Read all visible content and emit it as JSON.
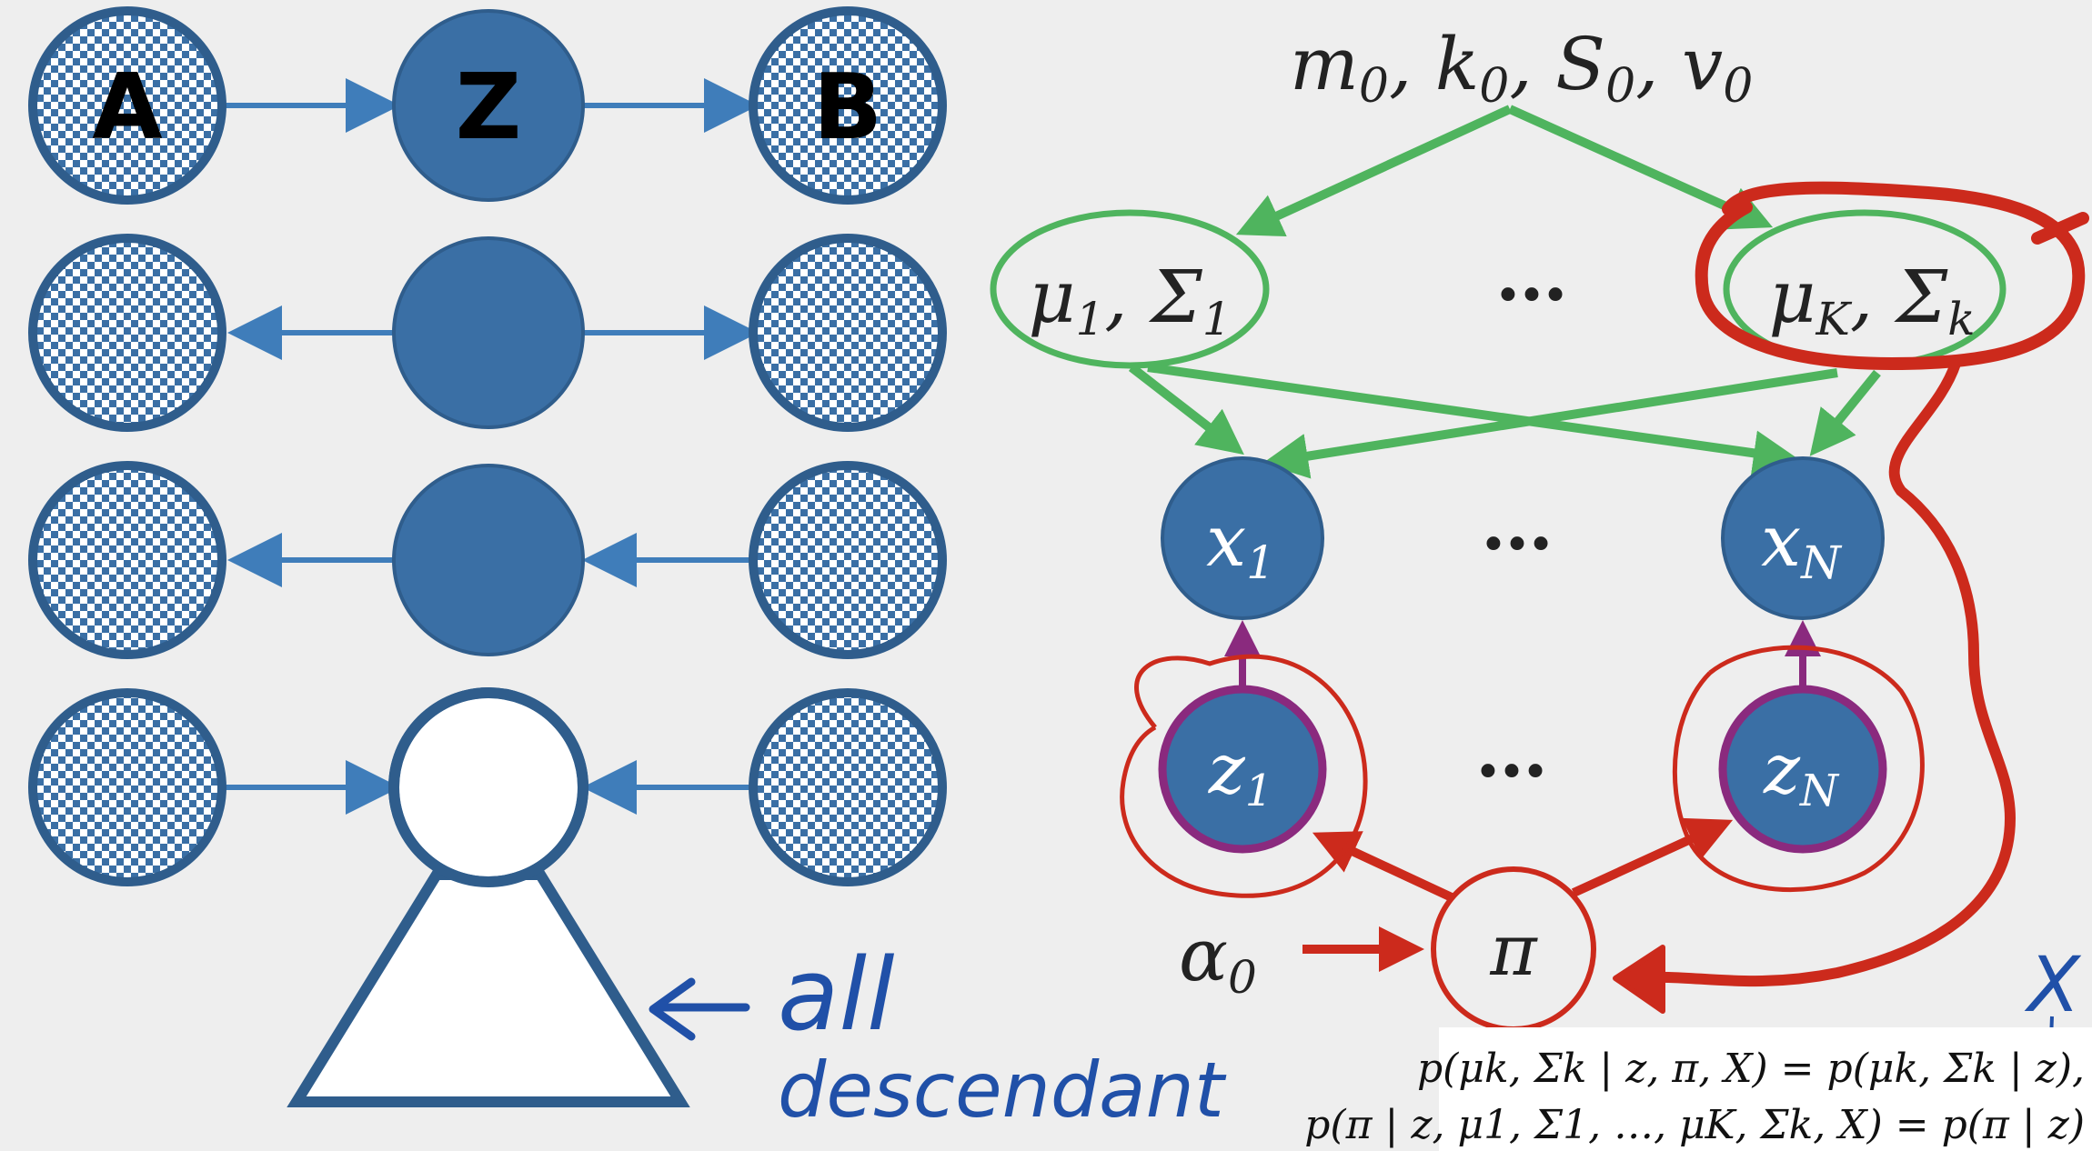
{
  "colors": {
    "background": "#eeeeee",
    "node_fill": "#3a6fa5",
    "node_stroke": "#2f5d8c",
    "edge_blue": "#3f7dba",
    "edge_green": "#4fb45e",
    "edge_purple": "#8a2a7e",
    "annotation_red": "#cc2a1c",
    "ink_blue": "#2050a8"
  },
  "left_panel": {
    "row1": {
      "left_label": "A",
      "middle_label": "Z",
      "right_label": "B"
    },
    "annotation": {
      "line1": "all",
      "line2": "descendant"
    }
  },
  "right_panel": {
    "hyperparams": {
      "m": "m",
      "k": "k",
      "S": "S",
      "v": "v",
      "sub": "0"
    },
    "mu_first": {
      "mu": "μ",
      "sigma": "Σ",
      "sub": "1"
    },
    "mu_last": {
      "mu": "μ",
      "sigma": "Σ",
      "sub_mu": "K",
      "sub_sigma": "k"
    },
    "x_first": {
      "var": "x",
      "sub": "1"
    },
    "x_last": {
      "var": "x",
      "sub": "N"
    },
    "z_first": {
      "var": "z",
      "sub": "1"
    },
    "z_last": {
      "var": "z",
      "sub": "N"
    },
    "pi": "π",
    "alpha": {
      "var": "α",
      "sub": "0"
    },
    "ellipsis": "…",
    "ink_note": "X",
    "equation1": "p(μk, Σk | z, π, X) = p(μk, Σk | z),",
    "equation2": "p(π | z, μ1, Σ1, …, μK, Σk, X) = p(π | z)"
  }
}
